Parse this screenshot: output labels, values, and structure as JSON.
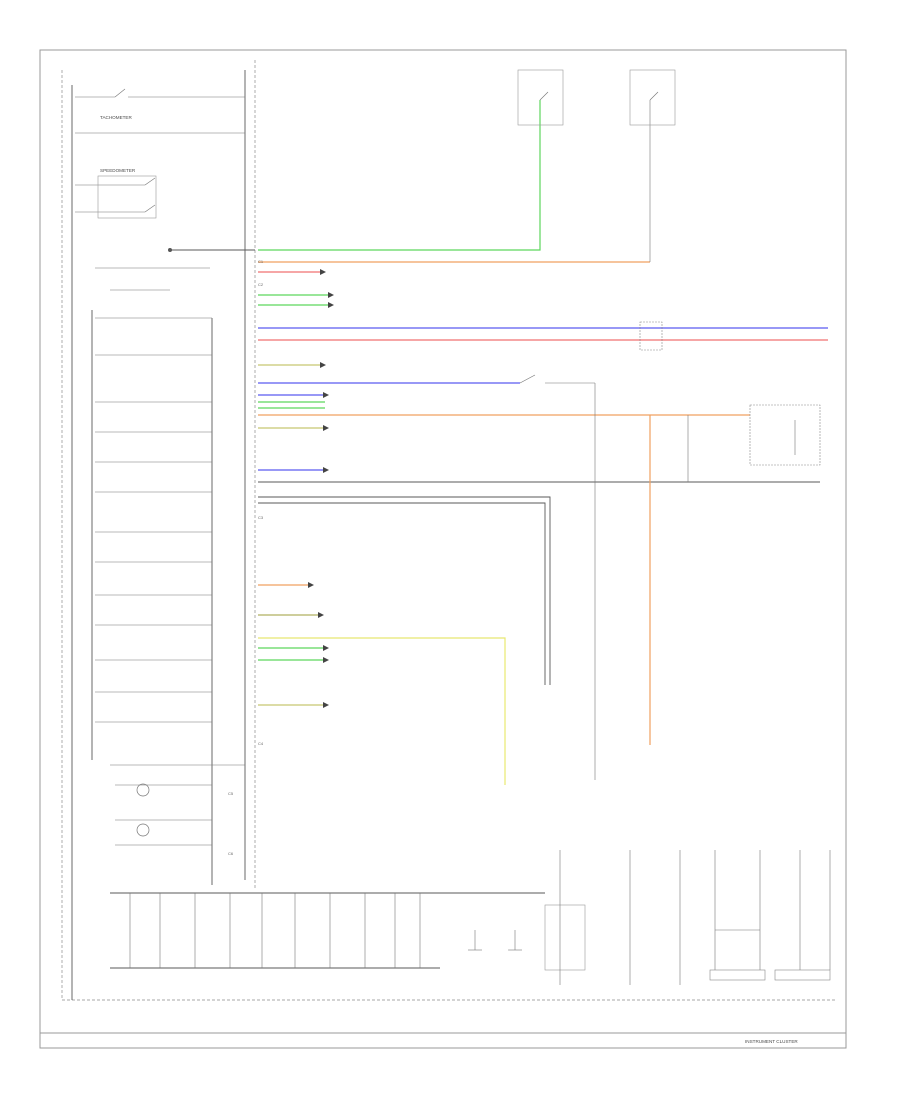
{
  "diagram": {
    "frame_label_left": "",
    "frame_label_right": "INSTRUMENT CLUSTER",
    "corner_label": "",
    "ground_label": "",
    "cluster_labels": [
      "TACHOMETER",
      "SPEEDOMETER",
      "",
      "",
      "",
      "",
      "",
      "",
      "",
      "",
      "",
      "",
      "",
      "",
      "",
      ""
    ],
    "system_labels": [
      "",
      "",
      "",
      "",
      "",
      "",
      "",
      "",
      "",
      ""
    ],
    "right_labels": [
      "",
      ""
    ],
    "colors": {
      "green": "#5cd65c",
      "orange": "#f0a060",
      "blue": "#5b5bf0",
      "red": "#f07070",
      "yellow": "#e8e870",
      "olive": "#b0b060",
      "gray_wire": "#5a5a5a",
      "frame": "#9a9a9a"
    }
  }
}
